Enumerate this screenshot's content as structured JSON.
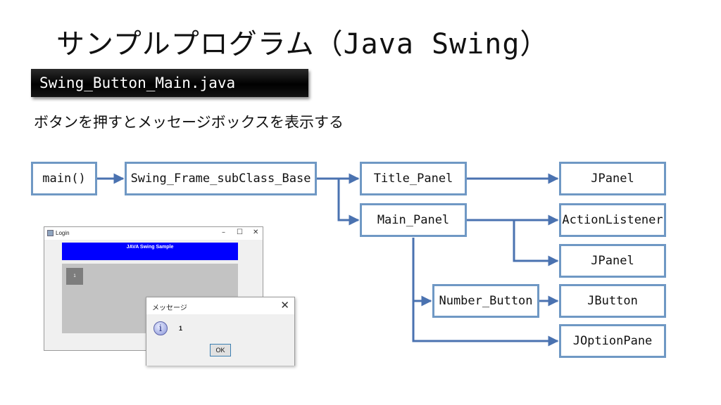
{
  "slide": {
    "title": "サンプルプログラム（Java Swing）",
    "file_name": "Swing_Button_Main.java",
    "subtitle": "ボタンを押すとメッセージボックスを表示する"
  },
  "diagram": {
    "nodes": {
      "main": "main()",
      "frame_base": "Swing_Frame_subClass_Base",
      "title_panel": "Title_Panel",
      "main_panel": "Main_Panel",
      "number_button": "Number_Button",
      "jpanel_1": "JPanel",
      "action_listener": "ActionListener",
      "jpanel_2": "JPanel",
      "jbutton": "JButton",
      "joptionpane": "JOptionPane"
    },
    "edges": [
      [
        "main",
        "frame_base"
      ],
      [
        "frame_base",
        "title_panel"
      ],
      [
        "frame_base",
        "main_panel"
      ],
      [
        "title_panel",
        "jpanel_1"
      ],
      [
        "main_panel",
        "action_listener"
      ],
      [
        "main_panel",
        "jpanel_2"
      ],
      [
        "main_panel",
        "number_button"
      ],
      [
        "main_panel",
        "joptionpane"
      ],
      [
        "number_button",
        "jbutton"
      ]
    ],
    "colors": {
      "node_border": "#6f98c4",
      "arrow": "#4a72b0"
    }
  },
  "screenshot": {
    "window": {
      "title": "Login",
      "minimize_glyph": "–",
      "maximize_glyph": "☐",
      "close_glyph": "✕",
      "banner_text": "JAVA Swing Sample",
      "button_label": "1",
      "banner_color": "#0000ff"
    },
    "dialog": {
      "title": "メッセージ",
      "close_glyph": "✕",
      "icon": "info-icon",
      "icon_glyph": "i",
      "message": "1",
      "ok_label": "OK"
    }
  }
}
